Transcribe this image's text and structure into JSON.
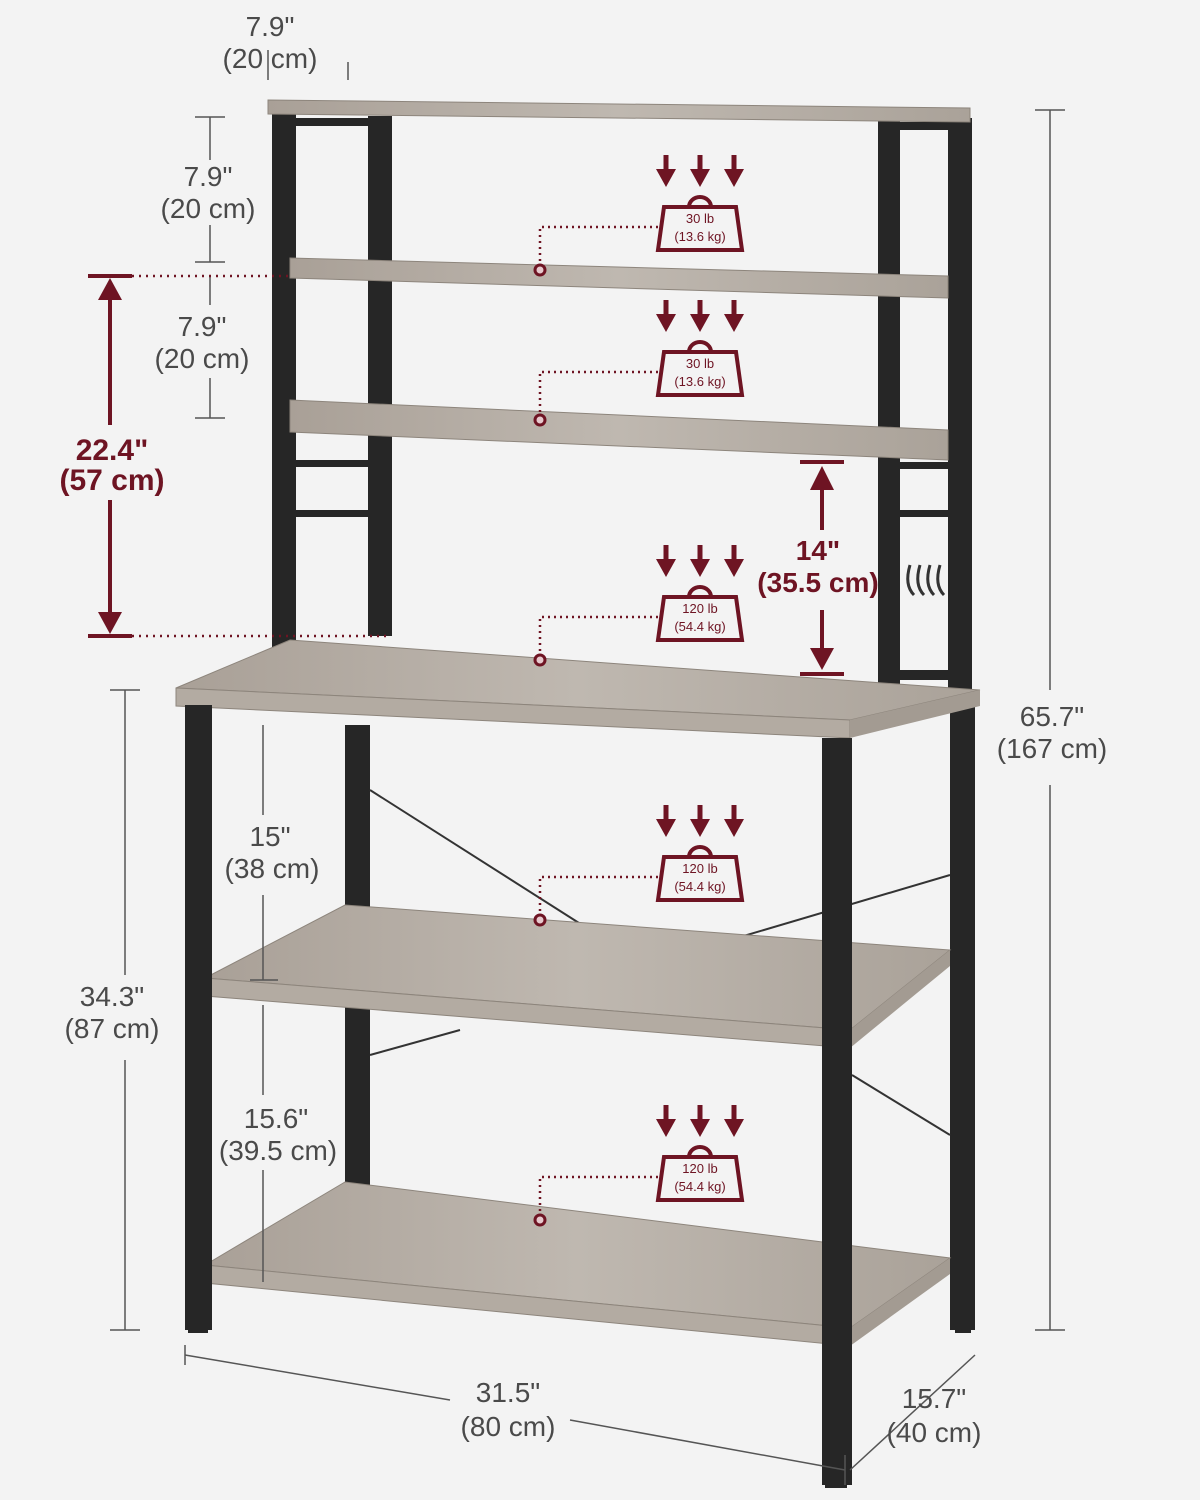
{
  "colors": {
    "background": "#f3f3f3",
    "accent": "#6e1423",
    "frame": "#2a2a2a",
    "wood": "#b5ada4",
    "dimension_text": "#4a4a4a"
  },
  "dimensions": {
    "top_depth": {
      "in": "7.9\"",
      "cm": "(20 cm)"
    },
    "hutch_gap_1": {
      "in": "7.9\"",
      "cm": "(20 cm)"
    },
    "hutch_gap_2": {
      "in": "7.9\"",
      "cm": "(20 cm)"
    },
    "hutch_height": {
      "in": "22.4\"",
      "cm": "(57 cm)"
    },
    "worktop_clearance": {
      "in": "14\"",
      "cm": "(35.5 cm)"
    },
    "total_height": {
      "in": "65.7\"",
      "cm": "(167 cm)"
    },
    "base_gap_1": {
      "in": "15\"",
      "cm": "(38 cm)"
    },
    "base_gap_2": {
      "in": "15.6\"",
      "cm": "(39.5 cm)"
    },
    "base_height": {
      "in": "34.3\"",
      "cm": "(87 cm)"
    },
    "width": {
      "in": "31.5\"",
      "cm": "(80 cm)"
    },
    "depth": {
      "in": "15.7\"",
      "cm": "(40 cm)"
    }
  },
  "load_capacities": [
    {
      "lb": "30 lb",
      "kg": "(13.6 kg)"
    },
    {
      "lb": "30 lb",
      "kg": "(13.6 kg)"
    },
    {
      "lb": "120 lb",
      "kg": "(54.4 kg)"
    },
    {
      "lb": "120 lb",
      "kg": "(54.4 kg)"
    },
    {
      "lb": "120 lb",
      "kg": "(54.4 kg)"
    }
  ]
}
